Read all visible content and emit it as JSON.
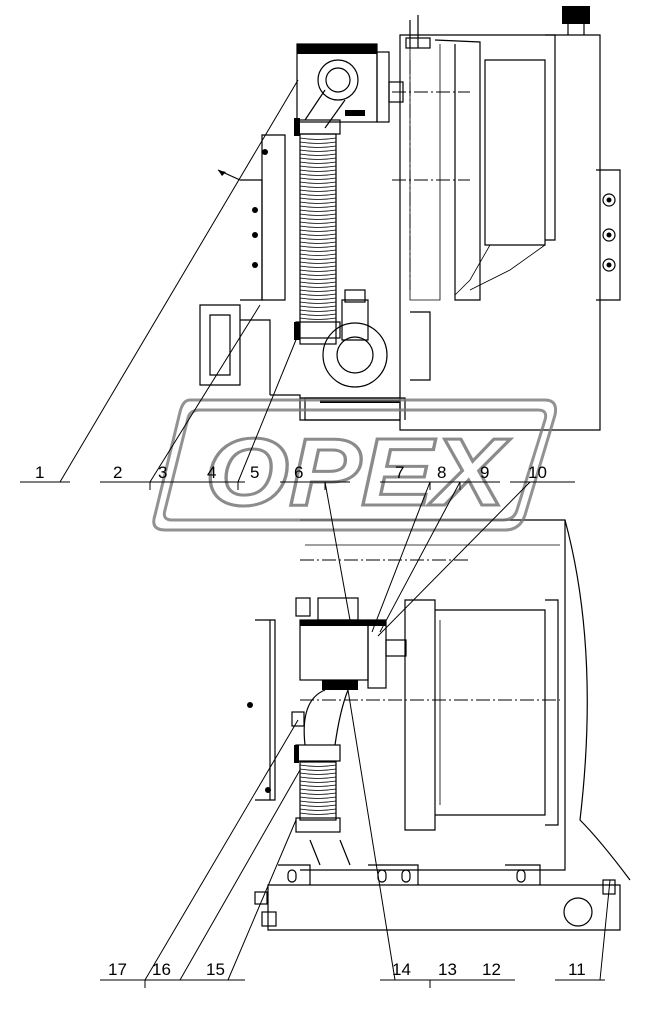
{
  "watermark": {
    "text": "OPEX"
  },
  "callouts_top": [
    "1",
    "2",
    "3",
    "4",
    "5",
    "6",
    "7",
    "8",
    "9",
    "10"
  ],
  "callouts_bottom": [
    "17",
    "16",
    "15",
    "14",
    "13",
    "12",
    "11"
  ]
}
